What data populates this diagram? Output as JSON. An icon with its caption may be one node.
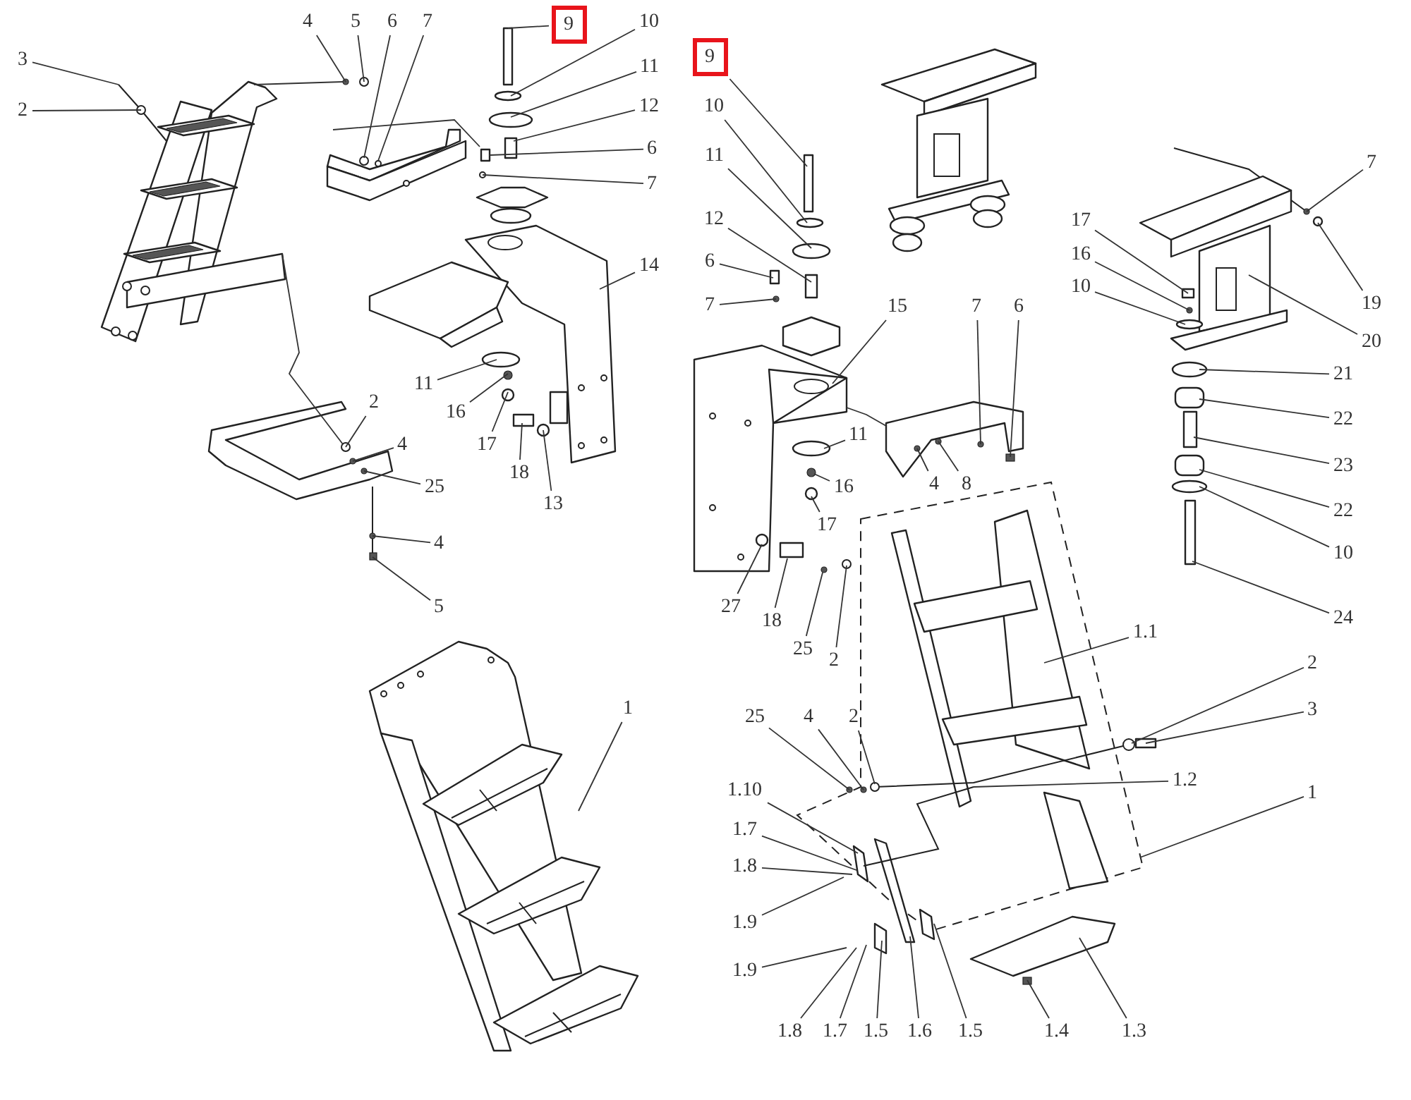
{
  "diagram": {
    "nodes": [
      {
        "text": [
          "4"
        ]
      },
      {
        "text": [
          "5"
        ]
      },
      {
        "text": [
          "6"
        ]
      },
      {
        "text": [
          "7"
        ]
      },
      {
        "text": [
          "3"
        ]
      },
      {
        "text": [
          "2"
        ]
      },
      {
        "text": [
          "9"
        ]
      },
      {
        "text": [
          "10"
        ]
      },
      {
        "text": [
          "11"
        ]
      },
      {
        "text": [
          "12"
        ]
      },
      {
        "text": [
          "6"
        ]
      },
      {
        "text": [
          "7"
        ]
      },
      {
        "text": [
          "14"
        ]
      },
      {
        "text": [
          "11"
        ]
      },
      {
        "text": [
          "16"
        ]
      },
      {
        "text": [
          "17"
        ]
      },
      {
        "text": [
          "18"
        ]
      },
      {
        "text": [
          "13"
        ]
      },
      {
        "text": [
          "2"
        ]
      },
      {
        "text": [
          "4"
        ]
      },
      {
        "text": [
          "25"
        ]
      },
      {
        "text": [
          "4"
        ]
      },
      {
        "text": [
          "5"
        ]
      },
      {
        "text": [
          "1"
        ]
      },
      {
        "text": [
          "9"
        ]
      },
      {
        "text": [
          "10"
        ]
      },
      {
        "text": [
          "11"
        ]
      },
      {
        "text": [
          "12"
        ]
      },
      {
        "text": [
          "6"
        ]
      },
      {
        "text": [
          "7"
        ]
      },
      {
        "text": [
          "15"
        ]
      },
      {
        "text": [
          "7"
        ]
      },
      {
        "text": [
          "6"
        ]
      },
      {
        "text": [
          "11"
        ]
      },
      {
        "text": [
          "16"
        ]
      },
      {
        "text": [
          "17"
        ]
      },
      {
        "text": [
          "4"
        ]
      },
      {
        "text": [
          "8"
        ]
      },
      {
        "text": [
          "27"
        ]
      },
      {
        "text": [
          "18"
        ]
      },
      {
        "text": [
          "25"
        ]
      },
      {
        "text": [
          "2"
        ]
      },
      {
        "text": [
          "17"
        ]
      },
      {
        "text": [
          "16"
        ]
      },
      {
        "text": [
          "10"
        ]
      },
      {
        "text": [
          "7"
        ]
      },
      {
        "text": [
          "19"
        ]
      },
      {
        "text": [
          "20"
        ]
      },
      {
        "text": [
          "21"
        ]
      },
      {
        "text": [
          "22"
        ]
      },
      {
        "text": [
          "23"
        ]
      },
      {
        "text": [
          "22"
        ]
      },
      {
        "text": [
          "10"
        ]
      },
      {
        "text": [
          "24"
        ]
      },
      {
        "text": [
          "1.1"
        ]
      },
      {
        "text": [
          "2"
        ]
      },
      {
        "text": [
          "3"
        ]
      },
      {
        "text": [
          "25"
        ]
      },
      {
        "text": [
          "4"
        ]
      },
      {
        "text": [
          "2"
        ]
      },
      {
        "text": [
          "1.2"
        ]
      },
      {
        "text": [
          "1"
        ]
      },
      {
        "text": [
          "1.10"
        ]
      },
      {
        "text": [
          "1.7"
        ]
      },
      {
        "text": [
          "1.8"
        ]
      },
      {
        "text": [
          "1.9"
        ]
      },
      {
        "text": [
          "1.9"
        ]
      },
      {
        "text": [
          "1.8"
        ]
      },
      {
        "text": [
          "1.7"
        ]
      },
      {
        "text": [
          "1.5"
        ]
      },
      {
        "text": [
          "1.6"
        ]
      },
      {
        "text": [
          "1.5"
        ]
      },
      {
        "text": [
          "1.4"
        ]
      },
      {
        "text": [
          "1.3"
        ]
      },
      {
        "text": [],
        "shape": "picture"
      },
      {
        "text": [],
        "shape": "picture"
      },
      {
        "text": [],
        "shape": "picture"
      },
      {
        "text": [],
        "shape": "picture"
      },
      {
        "text": [],
        "shape": "picture"
      },
      {
        "text": [],
        "shape": "picture"
      },
      {
        "text": [],
        "shape": "picture"
      },
      {
        "text": [],
        "shape": "picture"
      },
      {
        "text": [],
        "shape": "picture"
      },
      {
        "text": [],
        "shape": "picture"
      },
      {
        "text": [],
        "shape": "picture"
      },
      {
        "text": [],
        "shape": "picture"
      }
    ],
    "edges": [
      {
        "from": 0,
        "to": 75,
        "arrow": "none"
      },
      {
        "from": 1,
        "to": 75,
        "arrow": "none"
      },
      {
        "from": 2,
        "to": 76,
        "arrow": "none"
      },
      {
        "from": 3,
        "to": 76,
        "arrow": "none"
      },
      {
        "from": 4,
        "to": 74,
        "arrow": "none"
      },
      {
        "from": 5,
        "to": 74,
        "arrow": "none"
      },
      {
        "from": 6,
        "to": 77,
        "arrow": "none"
      },
      {
        "from": 7,
        "to": 77,
        "arrow": "none"
      },
      {
        "from": 8,
        "to": 77,
        "arrow": "none"
      },
      {
        "from": 9,
        "to": 77,
        "arrow": "none"
      },
      {
        "from": 10,
        "to": 77,
        "arrow": "none"
      },
      {
        "from": 11,
        "to": 77,
        "arrow": "none"
      },
      {
        "from": 12,
        "to": 78,
        "arrow": "none"
      },
      {
        "from": 13,
        "to": 78,
        "arrow": "none"
      },
      {
        "from": 14,
        "to": 78,
        "arrow": "none"
      },
      {
        "from": 15,
        "to": 78,
        "arrow": "none"
      },
      {
        "from": 16,
        "to": 78,
        "arrow": "none"
      },
      {
        "from": 17,
        "to": 78,
        "arrow": "none"
      },
      {
        "from": 18,
        "to": 79,
        "arrow": "none"
      },
      {
        "from": 19,
        "to": 79,
        "arrow": "none"
      },
      {
        "from": 20,
        "to": 79,
        "arrow": "none"
      },
      {
        "from": 21,
        "to": 79,
        "arrow": "none"
      },
      {
        "from": 22,
        "to": 79,
        "arrow": "none"
      },
      {
        "from": 23,
        "to": 80,
        "arrow": "none"
      },
      {
        "from": 24,
        "to": 82,
        "arrow": "none"
      },
      {
        "from": 25,
        "to": 82,
        "arrow": "none"
      },
      {
        "from": 26,
        "to": 82,
        "arrow": "none"
      },
      {
        "from": 27,
        "to": 82,
        "arrow": "none"
      },
      {
        "from": 28,
        "to": 82,
        "arrow": "none"
      },
      {
        "from": 29,
        "to": 82,
        "arrow": "none"
      },
      {
        "from": 30,
        "to": 81,
        "arrow": "none"
      },
      {
        "from": 31,
        "to": 83,
        "arrow": "none"
      },
      {
        "from": 32,
        "to": 83,
        "arrow": "none"
      },
      {
        "from": 33,
        "to": 81,
        "arrow": "none"
      },
      {
        "from": 34,
        "to": 81,
        "arrow": "none"
      },
      {
        "from": 35,
        "to": 81,
        "arrow": "none"
      },
      {
        "from": 36,
        "to": 83,
        "arrow": "none"
      },
      {
        "from": 37,
        "to": 83,
        "arrow": "none"
      },
      {
        "from": 38,
        "to": 81,
        "arrow": "none"
      },
      {
        "from": 39,
        "to": 81,
        "arrow": "none"
      },
      {
        "from": 40,
        "to": 81,
        "arrow": "none"
      },
      {
        "from": 41,
        "to": 81,
        "arrow": "none"
      },
      {
        "from": 42,
        "to": 84,
        "arrow": "none"
      },
      {
        "from": 43,
        "to": 84,
        "arrow": "none"
      },
      {
        "from": 44,
        "to": 84,
        "arrow": "none"
      },
      {
        "from": 45,
        "to": 84,
        "arrow": "none"
      },
      {
        "from": 46,
        "to": 84,
        "arrow": "none"
      },
      {
        "from": 47,
        "to": 84,
        "arrow": "none"
      },
      {
        "from": 48,
        "to": 84,
        "arrow": "none"
      },
      {
        "from": 49,
        "to": 84,
        "arrow": "none"
      },
      {
        "from": 50,
        "to": 84,
        "arrow": "none"
      },
      {
        "from": 51,
        "to": 84,
        "arrow": "none"
      },
      {
        "from": 52,
        "to": 84,
        "arrow": "none"
      },
      {
        "from": 53,
        "to": 84,
        "arrow": "none"
      },
      {
        "from": 54,
        "to": 85,
        "arrow": "none"
      },
      {
        "from": 55,
        "to": 85,
        "arrow": "none"
      },
      {
        "from": 56,
        "to": 85,
        "arrow": "none"
      },
      {
        "from": 57,
        "to": 85,
        "arrow": "none"
      },
      {
        "from": 58,
        "to": 85,
        "arrow": "none"
      },
      {
        "from": 59,
        "to": 85,
        "arrow": "none"
      },
      {
        "from": 60,
        "to": 85,
        "arrow": "none"
      },
      {
        "from": 61,
        "to": 85,
        "arrow": "none"
      },
      {
        "from": 62,
        "to": 85,
        "arrow": "none"
      },
      {
        "from": 63,
        "to": 85,
        "arrow": "none"
      },
      {
        "from": 64,
        "to": 85,
        "arrow": "none"
      },
      {
        "from": 65,
        "to": 85,
        "arrow": "none"
      },
      {
        "from": 66,
        "to": 85,
        "arrow": "none"
      },
      {
        "from": 67,
        "to": 85,
        "arrow": "none"
      },
      {
        "from": 68,
        "to": 85,
        "arrow": "none"
      },
      {
        "from": 69,
        "to": 85,
        "arrow": "none"
      },
      {
        "from": 70,
        "to": 85,
        "arrow": "none"
      },
      {
        "from": 71,
        "to": 85,
        "arrow": "none"
      },
      {
        "from": 72,
        "to": 85,
        "arrow": "none"
      },
      {
        "from": 73,
        "to": 85,
        "arrow": "none"
      },
      {
        "from": 74,
        "to": 75,
        "arrow": "none"
      },
      {
        "from": 76,
        "to": 77,
        "arrow": "none"
      },
      {
        "from": 74,
        "to": 79,
        "arrow": "none"
      },
      {
        "from": 83,
        "to": 81,
        "arrow": "none"
      }
    ]
  }
}
